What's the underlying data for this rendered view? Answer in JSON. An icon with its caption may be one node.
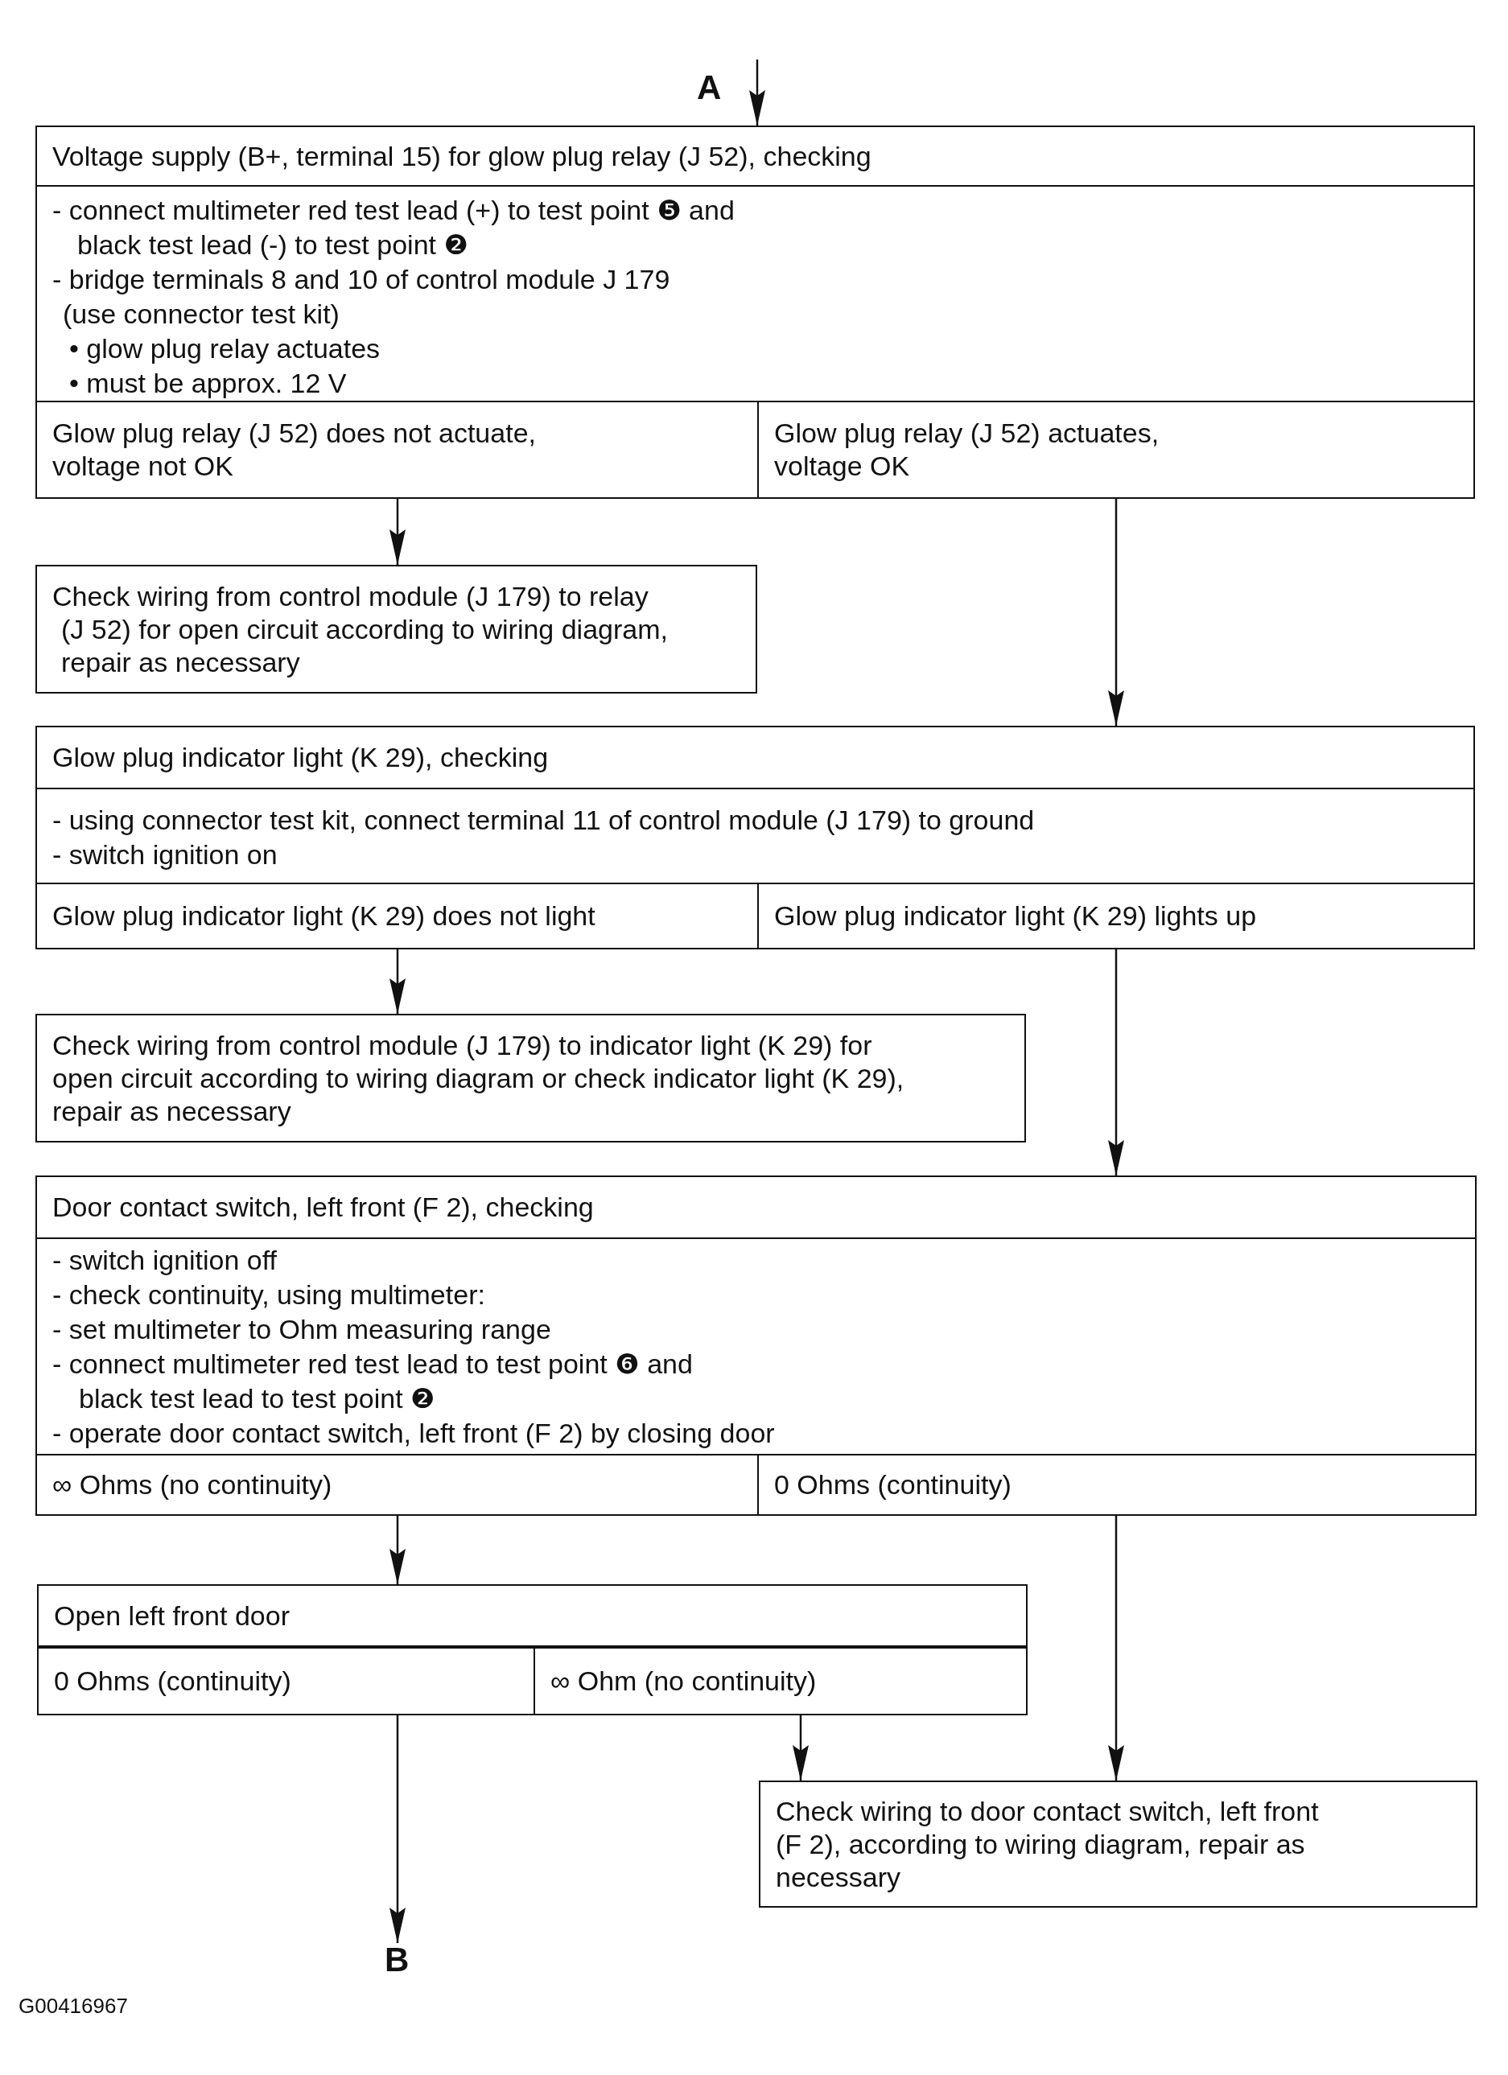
{
  "diagram": {
    "nodes": [
      {
        "text": [
          "Voltage supply (B+, terminal 15) for glow plug relay (J 52), checking",
          "- connect multimeter red test lead (+) to test point ❺ and black test lead (-) to test point ❷",
          "- bridge terminals 8 and 10 of control module J 179 (use connector test kit)",
          "• glow plug relay actuates",
          "• must be approx. 12 V"
        ]
      },
      {
        "text": [
          "Glow plug relay (J 52) does not actuate, voltage not OK"
        ],
        "in": 0
      },
      {
        "text": [
          "Glow plug relay (J 52) actuates, voltage OK"
        ],
        "in": 0
      },
      {
        "text": [
          "Check wiring from control module (J 179) to relay (J 52) for open circuit according to wiring diagram, repair as necessary"
        ]
      },
      {
        "text": [
          "Glow plug indicator light (K 29), checking",
          "- using connector test kit, connect terminal 11 of control module (J 179) to ground",
          "- switch ignition on"
        ]
      },
      {
        "text": [
          "Glow plug indicator light (K 29) does not light"
        ],
        "in": 4
      },
      {
        "text": [
          "Glow plug indicator light (K 29) lights up"
        ],
        "in": 4
      },
      {
        "text": [
          "Check wiring from control module (J 179) to indicator light (K 29) for open circuit according to wiring diagram or check indicator light (K 29), repair as necessary"
        ]
      },
      {
        "text": [
          "Door contact switch, left front (F 2), checking",
          "- switch ignition off",
          "- check continuity, using multimeter:",
          "- set multimeter to Ohm measuring range",
          "- connect multimeter red test lead to test point ❻ and black test lead to test point ❷",
          "- operate door contact switch, left front (F 2) by closing door"
        ]
      },
      {
        "text": [
          "∞ Ohms (no continuity)"
        ],
        "in": 8
      },
      {
        "text": [
          "0 Ohms (continuity)"
        ],
        "in": 8
      },
      {
        "text": [
          "Open left front door"
        ]
      },
      {
        "text": [
          "0 Ohms (continuity)"
        ],
        "in": 11
      },
      {
        "text": [
          "∞ Ohm (no continuity)"
        ],
        "in": 11
      },
      {
        "text": [
          "Check wiring to door contact switch, left front (F 2), according to wiring diagram, repair as necessary"
        ]
      },
      {
        "text": [
          "B"
        ]
      }
    ],
    "edges": [
      {
        "from": null,
        "to": 0,
        "arrow": "to",
        "label": "A"
      },
      {
        "from": 1,
        "to": 3,
        "arrow": "to"
      },
      {
        "from": 2,
        "to": 4,
        "arrow": "to"
      },
      {
        "from": 5,
        "to": 7,
        "arrow": "to"
      },
      {
        "from": 6,
        "to": 8,
        "arrow": "to"
      },
      {
        "from": 9,
        "to": 11,
        "arrow": "to"
      },
      {
        "from": 10,
        "to": 14,
        "arrow": "to"
      },
      {
        "from": 12,
        "to": 15,
        "arrow": "to"
      },
      {
        "from": 13,
        "to": 14,
        "arrow": "to"
      }
    ],
    "labels": [
      "G00416967"
    ]
  }
}
